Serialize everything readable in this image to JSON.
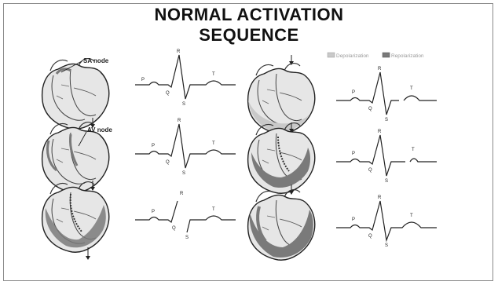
{
  "title": {
    "line1": "NORMAL ACTIVATION",
    "line2": "SEQUENCE"
  },
  "legend": {
    "depolarization": "Depolarization",
    "repolarization": "Repolarization"
  },
  "heart_labels": {
    "sa_node": "SA node",
    "av_node": "AV node"
  },
  "ecg_labels": {
    "P": "P",
    "R": "R",
    "Q": "Q",
    "S": "S",
    "T": "T"
  },
  "colors": {
    "depolarized_fill": "#7a7a7a",
    "repolarized_fill": "#c9c9c9",
    "heart_fill": "#e6e6e6",
    "line": "#222222"
  }
}
